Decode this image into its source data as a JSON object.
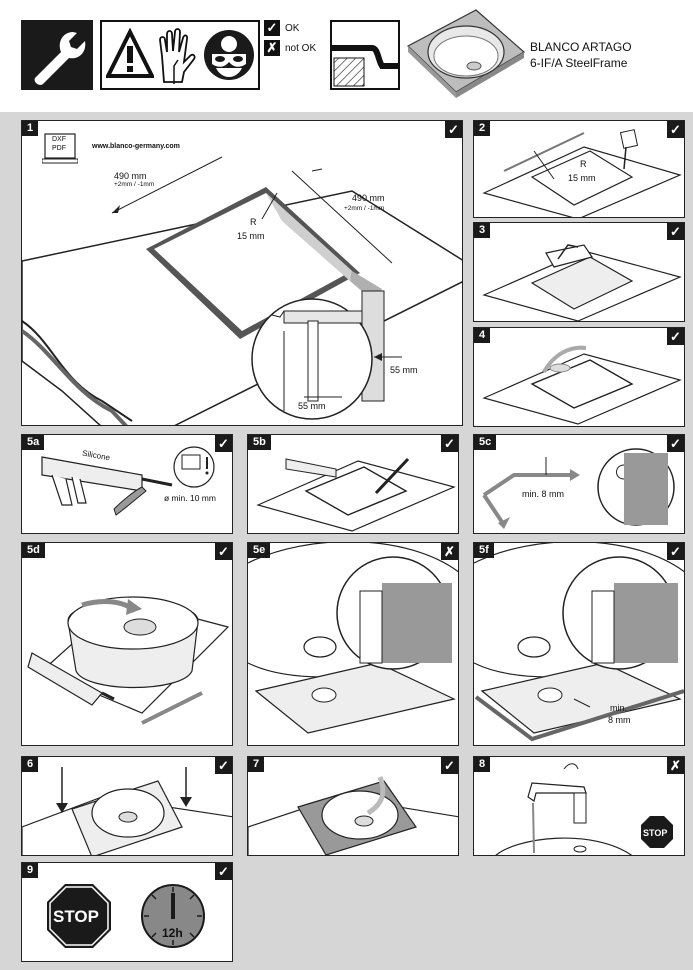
{
  "header": {
    "legend_ok_symbol": "✓",
    "legend_ok_label": "OK",
    "legend_notok_symbol": "✗",
    "legend_notok_label": "not OK",
    "product_line1": "BLANCO ARTAGO",
    "product_line2": "6-IF/A SteelFrame",
    "icons": [
      "wrench-icon",
      "warning-triangle-icon",
      "gloves-icon",
      "goggles-icon",
      "sink-edge-profile-icon",
      "sink-product-image"
    ]
  },
  "steps": {
    "s1": {
      "num": "1",
      "mark": "✓",
      "download_line1": "DXF",
      "download_line2": "PDF",
      "url": "www.blanco-germany.com",
      "dim_a": "490 mm",
      "dim_a_tol": "+2mm / -1mm",
      "dim_b": "490 mm",
      "dim_b_tol": "+2mm / -1mm",
      "radius_label": "R",
      "radius_value": "15 mm",
      "depth_a": "55 mm",
      "depth_b": "55 mm"
    },
    "s2": {
      "num": "2",
      "mark": "✓",
      "radius_label": "R",
      "radius_value": "15 mm"
    },
    "s3": {
      "num": "3",
      "mark": "✓"
    },
    "s4": {
      "num": "4",
      "mark": "✓"
    },
    "s5a": {
      "num": "5a",
      "mark": "✓",
      "silicone": "Silicone",
      "min_label": "ø min. 10 mm"
    },
    "s5b": {
      "num": "5b",
      "mark": "✓"
    },
    "s5c": {
      "num": "5c",
      "mark": "✓",
      "min_label": "min. 8 mm"
    },
    "s5d": {
      "num": "5d",
      "mark": "✓"
    },
    "s5e": {
      "num": "5e",
      "mark": "✗"
    },
    "s5f": {
      "num": "5f",
      "mark": "✓",
      "min_line1": "min.",
      "min_line2": "8 mm"
    },
    "s6": {
      "num": "6",
      "mark": "✓"
    },
    "s7": {
      "num": "7",
      "mark": "✓"
    },
    "s8": {
      "num": "8",
      "mark": "✗",
      "stop": "STOP"
    },
    "s9": {
      "num": "9",
      "mark": "✓",
      "stop": "STOP",
      "time": "12h"
    }
  },
  "colors": {
    "background_gray": "#d6d6d6",
    "ink": "#1a1a1a",
    "panel": "#ffffff"
  }
}
